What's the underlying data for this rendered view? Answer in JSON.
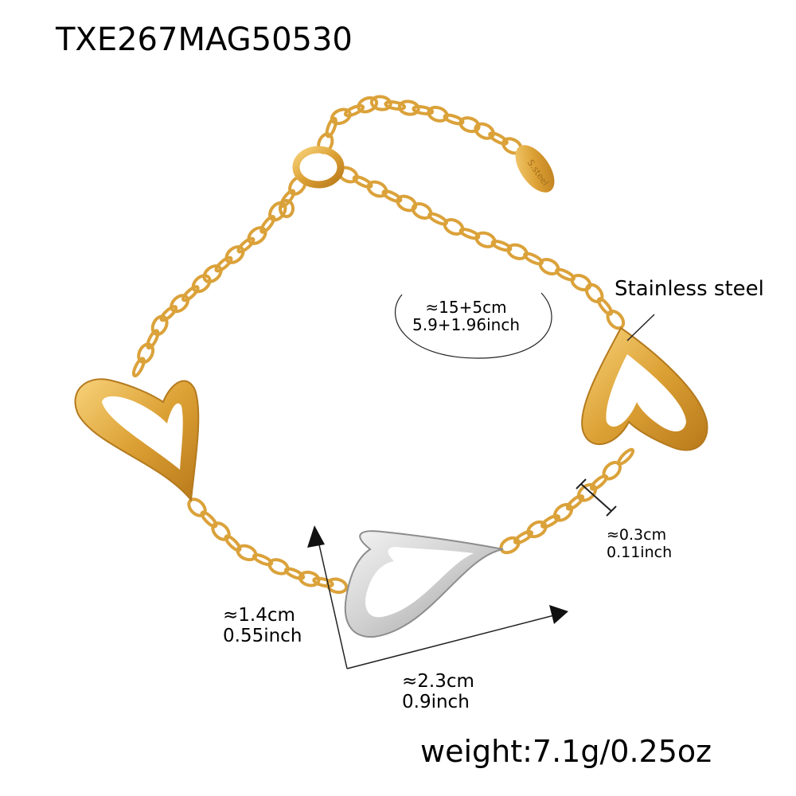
{
  "product_code": "TXE267MAG50530",
  "material_label": "Stainless steel",
  "tag_engraving": "S.steel",
  "length": {
    "cm": "≈15+5cm",
    "inch": "5.9+1.96inch"
  },
  "link_width": {
    "cm": "≈0.3cm",
    "inch": "0.11inch"
  },
  "charm_height": {
    "cm": "≈1.4cm",
    "inch": "0.55inch"
  },
  "charm_width": {
    "cm": "≈2.3cm",
    "inch": "0.9inch"
  },
  "weight": "weight:7.1g/0.25oz",
  "colors": {
    "gold": "#e0a530",
    "silver": "#c9c9c9"
  }
}
